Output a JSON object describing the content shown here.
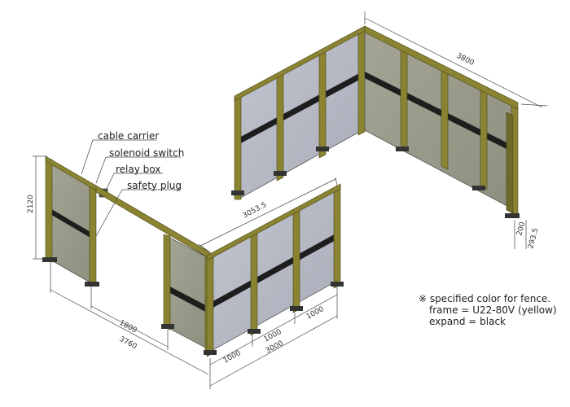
{
  "callouts": {
    "cable_carrier": "cable carrier",
    "solenoid_switch": "solenoid switch",
    "relay_box": "relay box",
    "safety_plug": "safety plug"
  },
  "dimensions": {
    "top_length": "3800",
    "mid_length": "3053.5",
    "height": "2120",
    "door_opening": "1800",
    "left_total": "3760",
    "panel_a": "1000",
    "panel_b": "1000",
    "panel_c": "1000",
    "front_total": "3000",
    "foot_a": "200",
    "foot_b": "293.5"
  },
  "note": {
    "line1": "※ specified color for fence.",
    "line2": "frame = U22-80V (yellow)",
    "line3": "expand = black"
  },
  "colors": {
    "frame": "#8a8432",
    "frame_dark": "#4a4718",
    "panel": "#b6b8c4",
    "panel_shade": "#9a9c8a",
    "bar": "#1e1e1e",
    "dim_line": "#444444"
  }
}
